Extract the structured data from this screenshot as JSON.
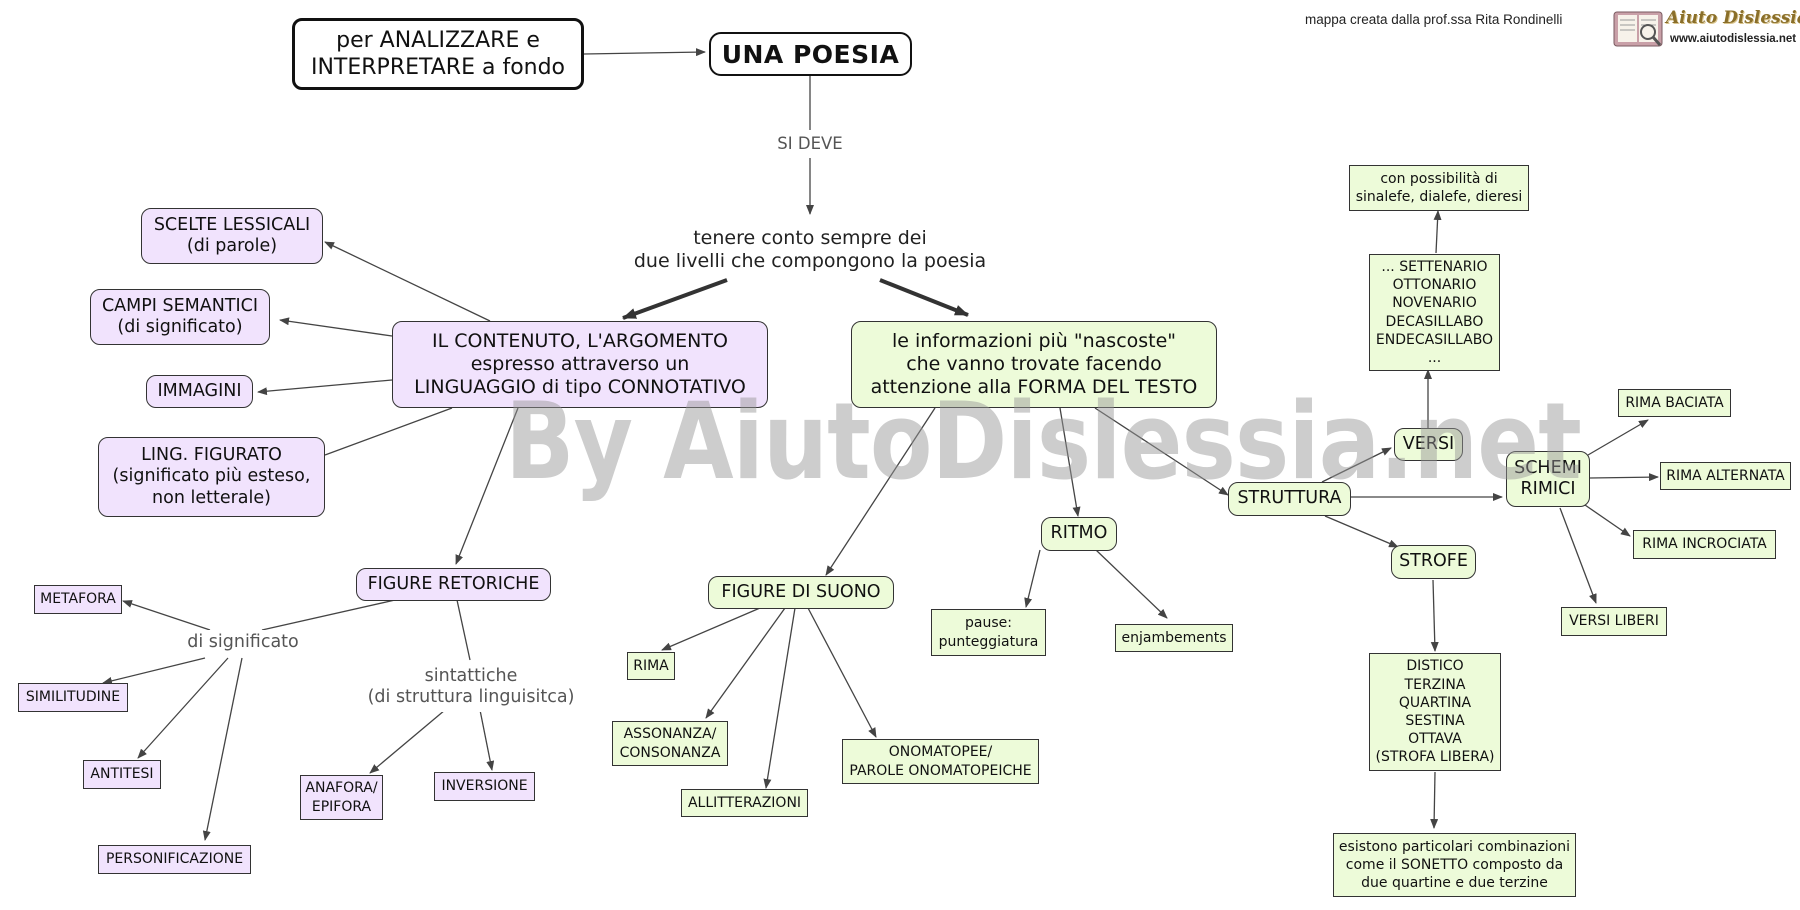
{
  "credit": "mappa creata dalla prof.ssa Rita Rondinelli",
  "logo": {
    "name": "Aiuto Dislessia",
    "url": "www.aiutodislessia.net",
    "icon": "book-icon"
  },
  "watermark": "By AiutoDislessia.net",
  "nodes": {
    "intro": "per ANALIZZARE e\nINTERPRETARE a fondo",
    "title": "UNA POESIA",
    "si_deve": "SI DEVE",
    "livelli": "tenere conto sempre dei\ndue livelli che compongono la poesia",
    "contenuto": "IL CONTENUTO, L'ARGOMENTO\nespresso attraverso un\nLINGUAGGIO di tipo CONNOTATIVO",
    "scelte": "SCELTE LESSICALI\n(di parole)",
    "campi": "CAMPI SEMANTICI\n(di significato)",
    "immagini": "IMMAGINI",
    "ling": "LING. FIGURATO\n(significato più esteso,\nnon letterale)",
    "figure_ret": "FIGURE RETORICHE",
    "di_significato": "di significato",
    "sintattiche": "sintattiche\n(di struttura linguisitca)",
    "metafora": "METAFORA",
    "similitudine": "SIMILITUDINE",
    "antitesi": "ANTITESI",
    "personificazione": "PERSONIFICAZIONE",
    "anafora": "ANAFORA/\nEPIFORA",
    "inversione": "INVERSIONE",
    "nascoste": "le informazioni più \"nascoste\"\nche vanno trovate facendo\nattenzione alla FORMA DEL TESTO",
    "figure_suono": "FIGURE DI SUONO",
    "rima": "RIMA",
    "assonanza": "ASSONANZA/\nCONSONANZA",
    "allitterazioni": "ALLITTERAZIONI",
    "onomatopee": "ONOMATOPEE/\nPAROLE ONOMATOPEICHE",
    "ritmo": "RITMO",
    "pause": "pause:\npunteggiatura",
    "enjambements": "enjambements",
    "struttura": "STRUTTURA",
    "versi": "VERSI",
    "settenario": "... SETTENARIO\nOTTONARIO\nNOVENARIO\nDECASILLABO\nENDECASILLABO\n...",
    "possibilita": "con possibilità di\nsinalefe, dialefe, dieresi",
    "strofe": "STROFE",
    "distico": "DISTICO\nTERZINA\nQUARTINA\nSESTINA\nOTTAVA\n(STROFA LIBERA)",
    "sonetto": "esistono particolari combinazioni\ncome il SONETTO composto da\ndue quartine e due terzine",
    "schemi": "SCHEMI\nRIMICI",
    "baciata": "RIMA BACIATA",
    "alternata": "RIMA ALTERNATA",
    "incrociata": "RIMA INCROCIATA",
    "versi_liberi": "VERSI LIBERI"
  },
  "colors": {
    "content_fill": "#f1e3fd",
    "form_fill": "#edfbd9",
    "line": "#444444"
  }
}
